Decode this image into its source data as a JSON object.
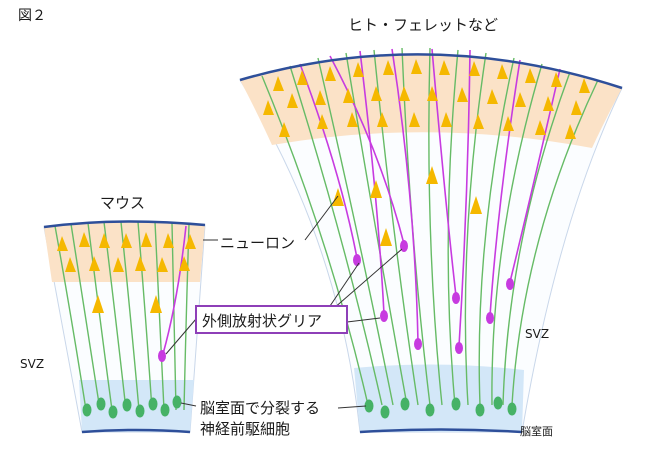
{
  "figure": {
    "label": "図２",
    "colors": {
      "neuron_fill": "#f5b800",
      "neuron_band": "#fbe2c7",
      "radial_glia": "#c73be0",
      "apical_glia": "#66bb66",
      "progenitor_fill": "#46b266",
      "vz_band": "#d3e7f8",
      "surface_line": "#2e4f9a",
      "callout_border": "#8e3fb8"
    }
  },
  "mouse": {
    "title": "マウス",
    "svz_label": "SVZ"
  },
  "human": {
    "title": "ヒト・フェレットなど",
    "svz_label": "SVZ",
    "ventricle_label": "脳室面"
  },
  "callouts": {
    "neuron": "ニューロン",
    "outer_radial_glia": "外側放射状グリア",
    "progenitor_line1": "脳室面で分裂する",
    "progenitor_line2": "神経前駆細胞"
  }
}
